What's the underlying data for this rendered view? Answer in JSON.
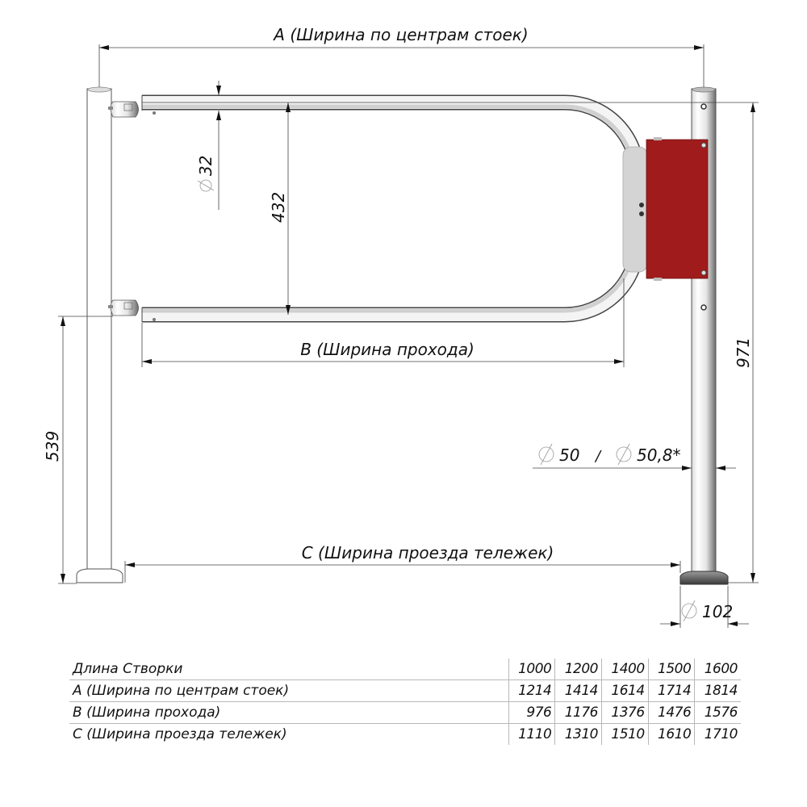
{
  "drawing": {
    "title": "Gate swing arm with posts — dimensional drawing",
    "dimensions": {
      "A": "A  (Ширина по центрам стоек)",
      "B": "B  (Ширина прохода)",
      "C": "C  (Ширина проезда тележек)",
      "tube_diameter": "32",
      "arm_height": "432",
      "left_post_height": "539",
      "right_post_height": "971",
      "post_diameter_1": "50",
      "post_diameter_sep": "/",
      "post_diameter_2": "50,8*",
      "base_diameter": "102"
    },
    "colors": {
      "box_red": "#a01c1c",
      "line": "#333333",
      "metal_light": "#f2f2f2",
      "metal_dark": "#8a8a8a",
      "base_dark": "#5a5a5a"
    }
  },
  "table": {
    "rows": [
      {
        "label": "Длина Створки",
        "values": [
          "1000",
          "1200",
          "1400",
          "1500",
          "1600"
        ]
      },
      {
        "label": "A (Ширина по центрам стоек)",
        "values": [
          "1214",
          "1414",
          "1614",
          "1714",
          "1814"
        ]
      },
      {
        "label": "B (Ширина прохода)",
        "values": [
          "976",
          "1176",
          "1376",
          "1476",
          "1576"
        ]
      },
      {
        "label": "C (Ширина проезда тележек)",
        "values": [
          "1110",
          "1310",
          "1510",
          "1610",
          "1710"
        ]
      }
    ]
  }
}
